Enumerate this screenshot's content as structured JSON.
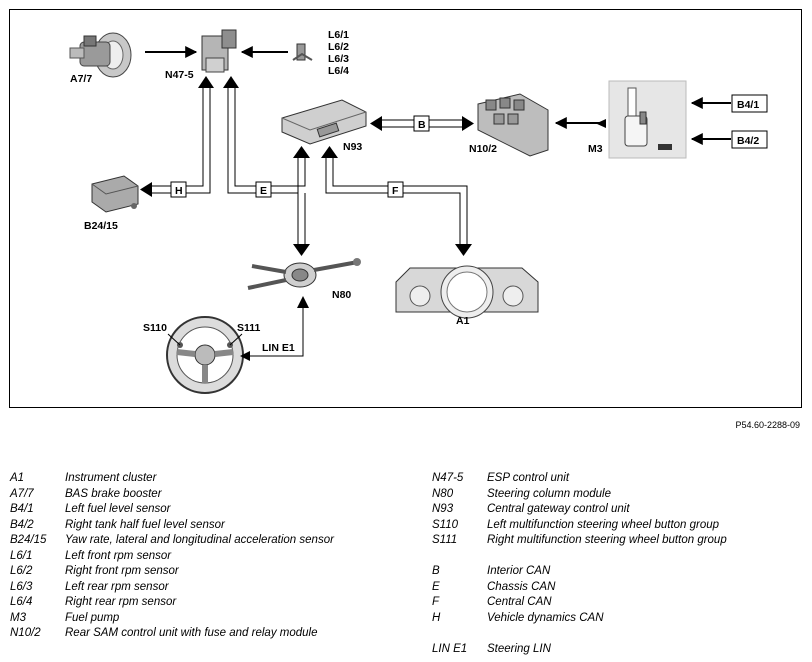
{
  "diagram": {
    "components": {
      "a7_7": "A7/7",
      "n47_5": "N47-5",
      "l6": [
        "L6/1",
        "L6/2",
        "L6/3",
        "L6/4"
      ],
      "n93": "N93",
      "n10_2": "N10/2",
      "m3": "M3",
      "b4_1": "B4/1",
      "b4_2": "B4/2",
      "b24_15": "B24/15",
      "n80": "N80",
      "a1": "A1",
      "s110": "S110",
      "s111": "S111"
    },
    "buses": {
      "b": "B",
      "h": "H",
      "e": "E",
      "f": "F",
      "lin": "LIN E1"
    }
  },
  "figure_ref": "P54.60-2288-09",
  "legend_left": [
    {
      "code": "A1",
      "desc": "Instrument cluster"
    },
    {
      "code": "A7/7",
      "desc": "BAS brake booster"
    },
    {
      "code": "B4/1",
      "desc": "Left fuel level sensor"
    },
    {
      "code": "B4/2",
      "desc": "Right tank half fuel level sensor"
    },
    {
      "code": "B24/15",
      "desc": "Yaw rate, lateral and longitudinal acceleration sensor"
    },
    {
      "code": "L6/1",
      "desc": "Left front rpm sensor"
    },
    {
      "code": "L6/2",
      "desc": "Right front rpm sensor"
    },
    {
      "code": "L6/3",
      "desc": "Left rear rpm sensor"
    },
    {
      "code": "L6/4",
      "desc": "Right rear rpm sensor"
    },
    {
      "code": "M3",
      "desc": "Fuel pump"
    },
    {
      "code": "N10/2",
      "desc": "Rear SAM control unit with fuse and relay module"
    }
  ],
  "legend_right": [
    {
      "code": "N47-5",
      "desc": "ESP control unit"
    },
    {
      "code": "N80",
      "desc": "Steering column module"
    },
    {
      "code": "N93",
      "desc": "Central gateway control unit"
    },
    {
      "code": "S110",
      "desc": "Left multifunction steering wheel button group"
    },
    {
      "code": "S111",
      "desc": "Right multifunction steering wheel button group"
    }
  ],
  "legend_bus": [
    {
      "code": "B",
      "desc": "Interior CAN"
    },
    {
      "code": "E",
      "desc": "Chassis CAN"
    },
    {
      "code": "F",
      "desc": "Central CAN"
    },
    {
      "code": "H",
      "desc": "Vehicle dynamics CAN"
    }
  ],
  "legend_lin": [
    {
      "code": "LIN E1",
      "desc": "Steering LIN"
    }
  ]
}
